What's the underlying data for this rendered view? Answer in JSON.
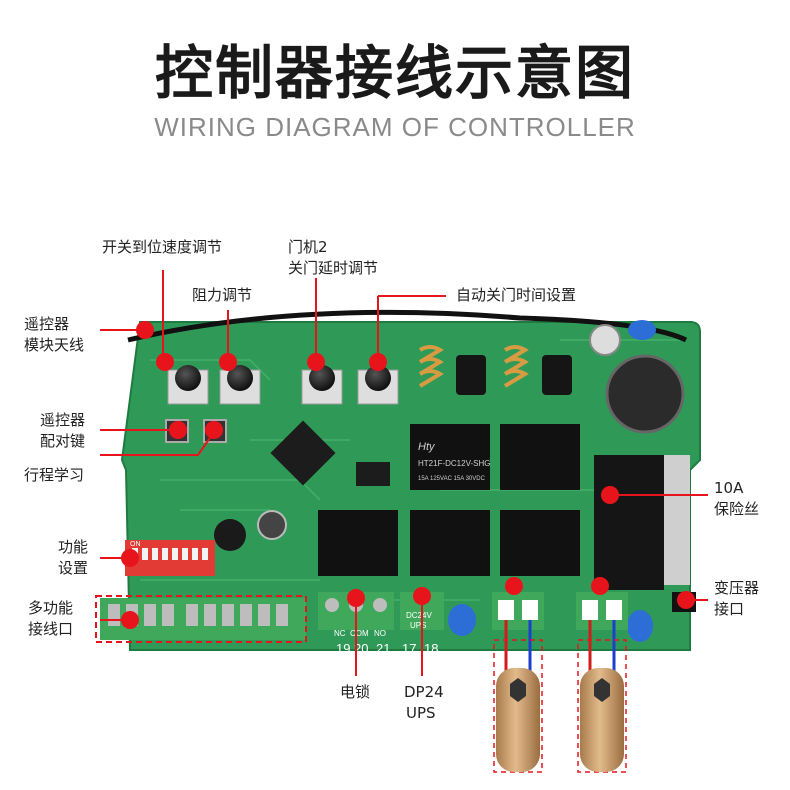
{
  "title_cn": "控制器接线示意图",
  "title_en": "WIRING DIAGRAM OF CONTROLLER",
  "labels": {
    "speed_adjust": "开关到位速度调节",
    "resistance_adjust": "阻力调节",
    "door2_line1": "门机2",
    "door2_line2": "关门延时调节",
    "auto_close": "自动关门时间设置",
    "remote_antenna_l1": "遥控器",
    "remote_antenna_l2": "模块天线",
    "remote_pair_l1": "遥控器",
    "remote_pair_l2": "配对键",
    "travel_learn": "行程学习",
    "function_l1": "功能",
    "function_l2": "设置",
    "multi_l1": "多功能",
    "multi_l2": "接线口",
    "fuse_l1": "10A",
    "fuse_l2": "保险丝",
    "transformer_l1": "变压器",
    "transformer_l2": "接口",
    "elock": "电锁",
    "dp24_l1": "DP24",
    "dp24_l2": "UPS"
  },
  "board_text": {
    "nc": "NC",
    "com": "COM",
    "no": "NO",
    "t19": "19",
    "t20": "20",
    "t21": "21",
    "t17": "17",
    "t18": "18",
    "dc24v": "DC24V",
    "ups": "UPS",
    "relay_brand": "Hty",
    "relay_model": "HT21F-DC12V-SHG",
    "relay_rating": "15A 125VAC 15A 30VDC",
    "dip_on": "ON"
  },
  "colors": {
    "pcb": "#2f9a58",
    "pcb_dark": "#1f7a41",
    "marker": "#e8141c",
    "relay": "#111111",
    "terminal": "#3fa85a",
    "wire_red": "#d21b1b",
    "wire_blue": "#1d3fd0",
    "motor": "#c99a66"
  }
}
